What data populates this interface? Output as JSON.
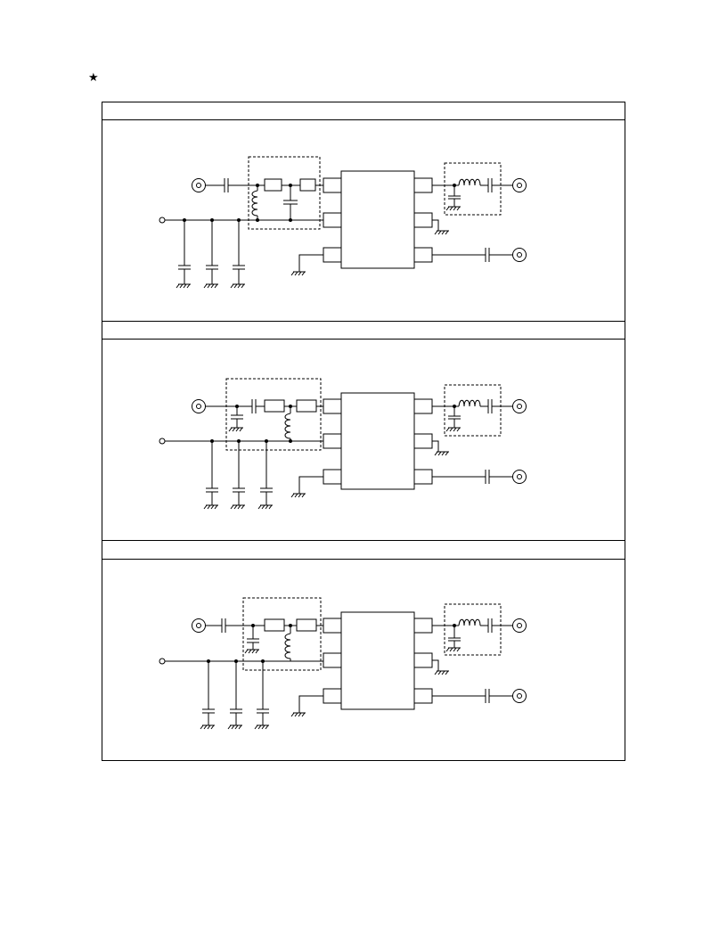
{
  "marker": {
    "symbol": "★",
    "icon": "star-icon"
  },
  "figure": {
    "panel_count": 3,
    "panels": [
      {
        "id": "panel-1",
        "heading": "",
        "variant": "shunt-inductor-series-cap-match"
      },
      {
        "id": "panel-2",
        "heading": "",
        "variant": "shunt-cap-series-res-shunt-inductor-match"
      },
      {
        "id": "panel-3",
        "heading": "",
        "variant": "shunt-cap-shunt-inductor-match"
      }
    ]
  },
  "colors": {
    "line": "#000000",
    "background": "#ffffff"
  }
}
